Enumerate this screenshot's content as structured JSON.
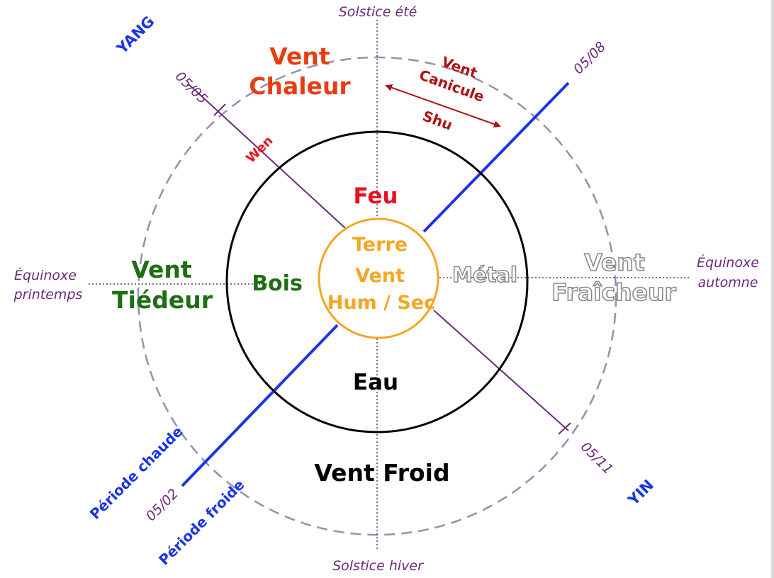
{
  "labels": {
    "solstice_ete": "Solstice été",
    "solstice_hiver": "Solstice hiver",
    "equinoxe_printemps_1": "Équinoxe",
    "equinoxe_printemps_2": "printemps",
    "equinoxe_automne_1": "Équinoxe",
    "equinoxe_automne_2": "automne",
    "yang": "YANG",
    "yin": "YIN",
    "date_0505": "05/05",
    "date_0508": "05/08",
    "date_0511": "05/11",
    "date_0502": "05/02",
    "vent_chaleur_1": "Vent",
    "vent_chaleur_2": "Chaleur",
    "vent_canicule_1": "Vent",
    "vent_canicule_2": "Canicule",
    "shu": "Shu",
    "wen": "Wen",
    "feu": "Feu",
    "terre": "Terre",
    "vent_center_1": "Vent",
    "vent_center_2": "Hum / Sec",
    "bois": "Bois",
    "metal": "Métal",
    "eau": "Eau",
    "vent_tiedeur_1": "Vent",
    "vent_tiedeur_2": "Tiédeur",
    "vent_fraicheur_1": "Vent",
    "vent_fraicheur_2": "Fraîcheur",
    "vent_froid": "Vent Froid",
    "periode_chaude": "Période chaude",
    "periode_froide": "Période froide"
  },
  "colors": {
    "purple": "#6b2a7a",
    "dashed_ring": "#9c8bb3",
    "blue": "#1a35e8",
    "red": "#e8101e",
    "dark_red": "#b01212",
    "orange_red": "#e83c12",
    "orange": "#f5a623",
    "green": "#1e6e14",
    "black": "#000000",
    "grey": "#888888"
  }
}
